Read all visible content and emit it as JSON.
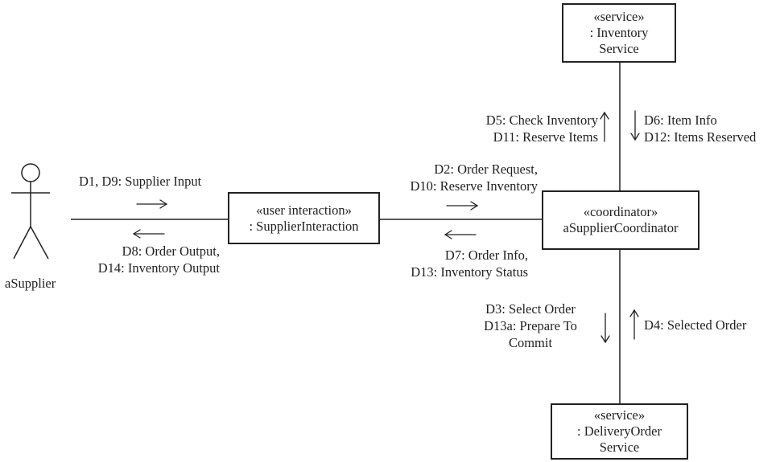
{
  "actor": {
    "name": "aSupplier"
  },
  "objects": {
    "inventory_service": {
      "stereotype": "«service»",
      "line1": ": Inventory",
      "line2": "Service"
    },
    "supplier_interaction": {
      "stereotype": "«user interaction»",
      "line1": ": SupplierInteraction"
    },
    "coordinator": {
      "stereotype": "«coordinator»",
      "line1": "aSupplierCoordinator"
    },
    "delivery_order_service": {
      "stereotype": "«service»",
      "line1": ": DeliveryOrder",
      "line2": "Service"
    }
  },
  "messages": {
    "actor_to_interaction": [
      "D1, D9: Supplier Input"
    ],
    "interaction_to_actor": [
      "D8: Order Output,",
      "D14: Inventory Output"
    ],
    "interaction_to_coordinator": [
      "D2: Order Request,",
      "D10: Reserve Inventory"
    ],
    "coordinator_to_interaction": [
      "D7: Order Info,",
      "D13: Inventory Status"
    ],
    "coordinator_to_inventory": [
      "D5: Check Inventory",
      "D11: Reserve Items"
    ],
    "inventory_to_coordinator": [
      "D6: Item Info",
      "D12: Items Reserved"
    ],
    "coordinator_to_delivery": [
      "D3: Select Order",
      "D13a: Prepare To",
      "Commit"
    ],
    "delivery_to_coordinator": [
      "D4: Selected Order"
    ]
  }
}
